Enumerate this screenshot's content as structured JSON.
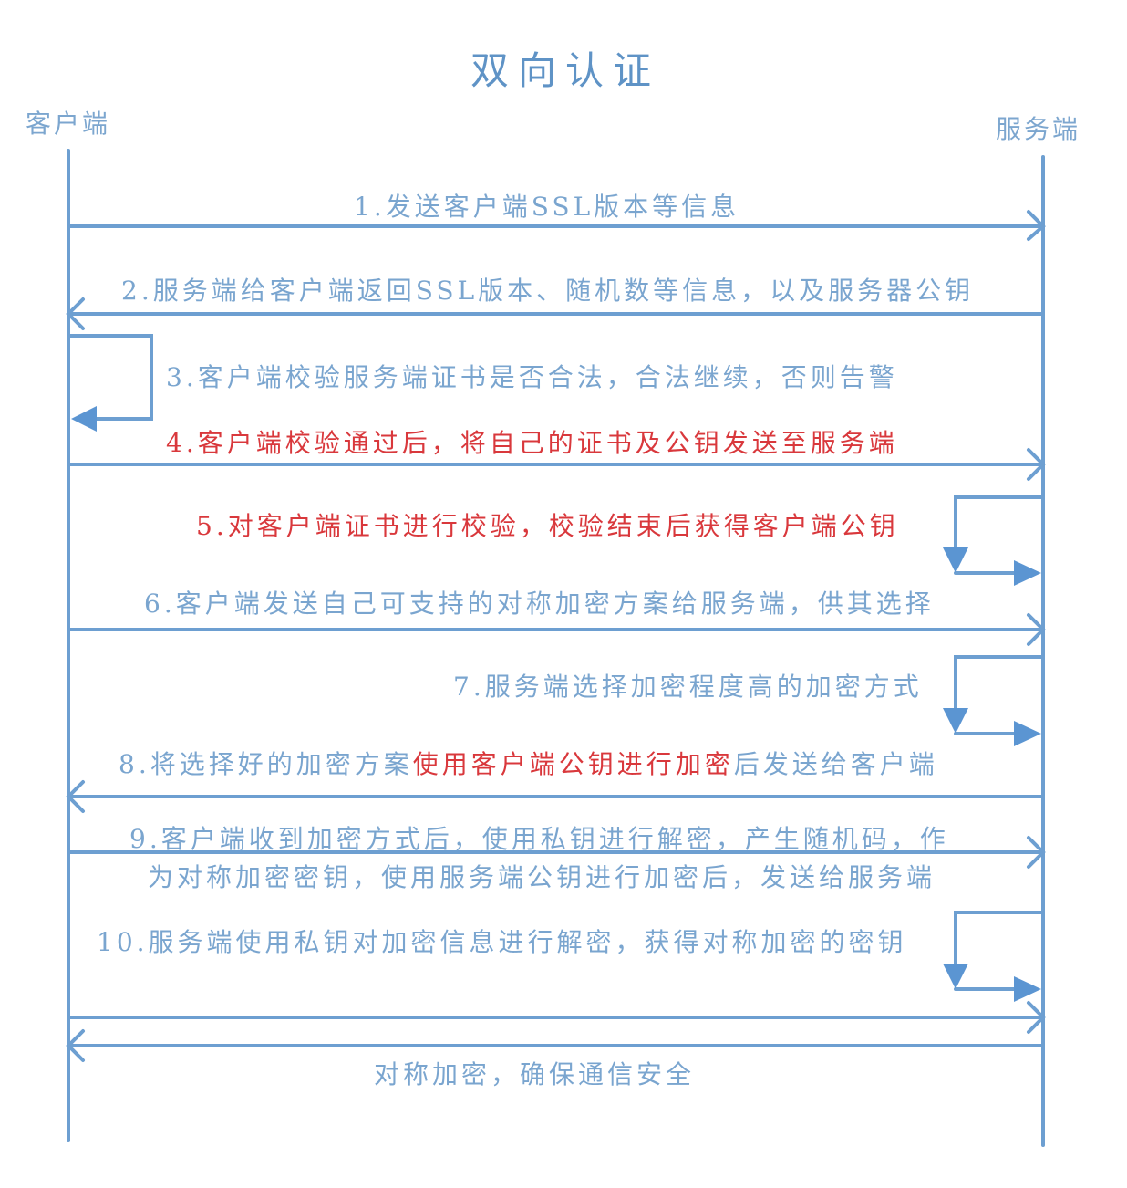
{
  "title": "双向认证",
  "actors": {
    "client": "客户端",
    "server": "服务端"
  },
  "colors": {
    "line": "#6d9fd1",
    "arrow_fill": "#5b95d2",
    "text_blue": "#7aa5cf",
    "text_red": "#d9383c",
    "title": "#5f93c6"
  },
  "steps": [
    {
      "id": 1,
      "text": "1.发送客户端SSL版本等信息",
      "direction": "client-to-server",
      "color": "blue"
    },
    {
      "id": 2,
      "text": "2.服务端给客户端返回SSL版本、随机数等信息，以及服务器公钥",
      "direction": "server-to-client",
      "color": "blue"
    },
    {
      "id": 3,
      "text": "3.客户端校验服务端证书是否合法，合法继续，否则告警",
      "direction": "client-self",
      "color": "blue"
    },
    {
      "id": 4,
      "text": "4.客户端校验通过后，将自己的证书及公钥发送至服务端",
      "direction": "client-to-server",
      "color": "red"
    },
    {
      "id": 5,
      "text": "5.对客户端证书进行校验，校验结束后获得客户端公钥",
      "direction": "server-self",
      "color": "red"
    },
    {
      "id": 6,
      "text": "6.客户端发送自己可支持的对称加密方案给服务端，供其选择",
      "direction": "client-to-server",
      "color": "blue"
    },
    {
      "id": 7,
      "text": "7.服务端选择加密程度高的加密方式",
      "direction": "server-self",
      "color": "blue"
    },
    {
      "id": 8,
      "text_parts": [
        {
          "text": "8.将选择好的加密方案",
          "color": "blue"
        },
        {
          "text": "使用客户端公钥进行加密",
          "color": "red"
        },
        {
          "text": "后发送给客户端",
          "color": "blue"
        }
      ],
      "direction": "server-to-client"
    },
    {
      "id": 9,
      "text_line1": "9.客户端收到加密方式后，使用私钥进行解密，产生随机码，作",
      "text_line2": "为对称加密密钥，使用服务端公钥进行加密后，发送给服务端",
      "direction": "client-to-server",
      "color": "blue"
    },
    {
      "id": 10,
      "text": "10.服务端使用私钥对加密信息进行解密，获得对称加密的密钥",
      "direction": "server-self",
      "color": "blue"
    }
  ],
  "final": {
    "text": "对称加密，确保通信安全",
    "direction": "bidirectional"
  }
}
